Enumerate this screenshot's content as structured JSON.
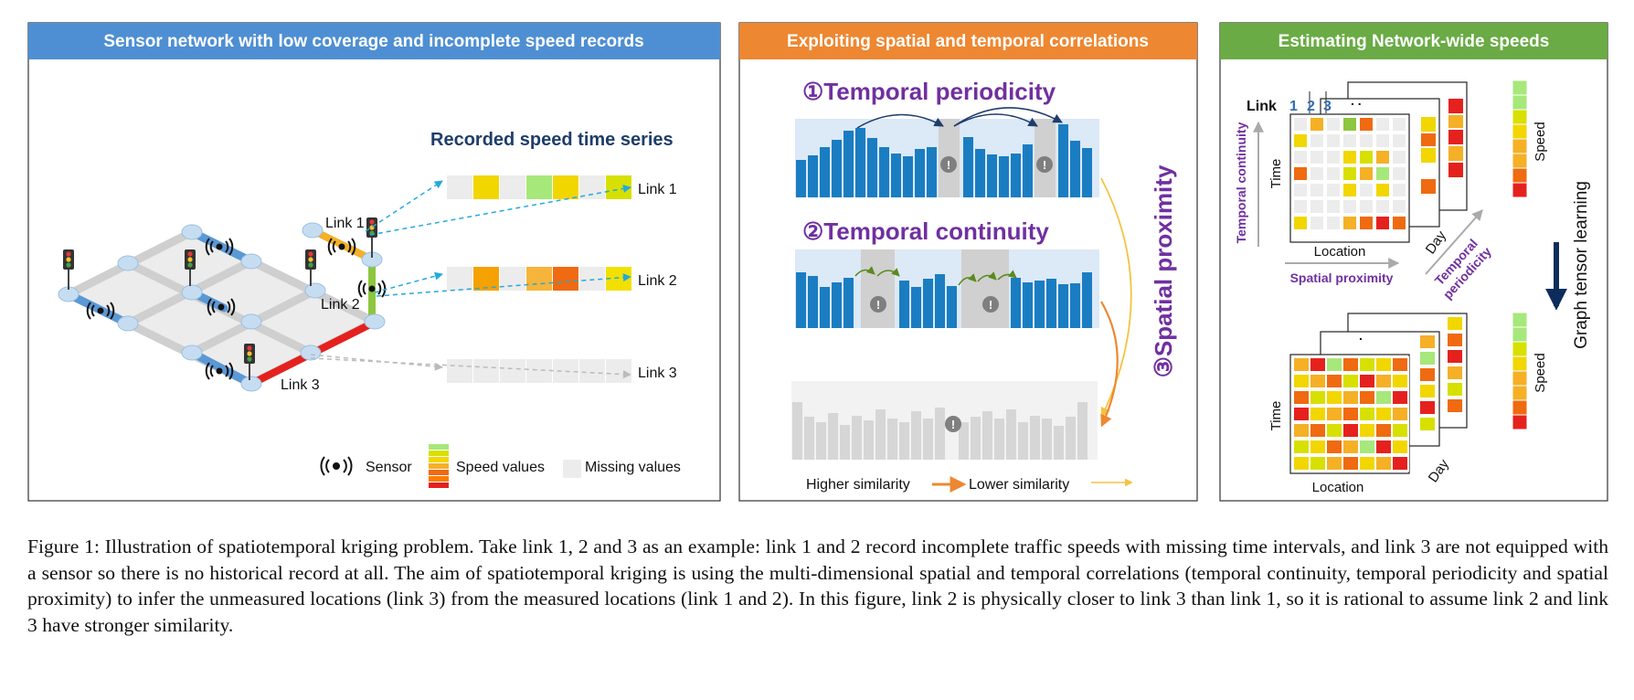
{
  "panels": {
    "left": {
      "header": "Sensor network with low coverage and incomplete speed records",
      "header_color": "#4e8fd3",
      "series_title": "Recorded speed time series",
      "links": [
        "Link 1",
        "Link 2",
        "Link 3"
      ],
      "legend": {
        "sensor": "Sensor",
        "speed": "Speed values",
        "missing": "Missing values"
      }
    },
    "middle": {
      "header": "Exploiting spatial and temporal correlations",
      "header_color": "#ee8731",
      "periodicity": "①Temporal periodicity",
      "continuity": "②Temporal continuity",
      "proximity": "③Spatial proximity",
      "sim_high": "Higher similarity",
      "sim_low": "Lower similarity"
    },
    "right": {
      "header": "Estimating Network-wide speeds",
      "header_color": "#6aab45",
      "link_label": "Link",
      "link_nums": [
        "1",
        "2",
        "3"
      ],
      "axis_time": "Time",
      "axis_location": "Location",
      "axis_day": "Day",
      "temporal_continuity": "Temporal continuity",
      "spatial_proximity": "Spatial proximity",
      "temporal_periodicity": [
        "Temporal",
        "periodicity"
      ],
      "speed": "Speed",
      "graph_tensor": "Graph tensor learning"
    }
  },
  "caption": "Figure 1: Illustration of spatiotemporal kriging problem. Take link 1, 2 and 3 as an example: link 1 and 2 record incomplete traffic speeds with missing time intervals, and link 3 are not equipped with a sensor so there is no historical record at all. The aim of spatiotemporal kriging is using the multi-dimensional spatial and temporal correlations (temporal continuity, temporal periodicity and spatial proximity) to infer the unmeasured locations (link 3) from the measured locations (link 1 and 2). In this figure, link 2 is physically closer to link 3 than link 1, so it is rational to assume link 2 and link 3 have stronger similarity."
}
